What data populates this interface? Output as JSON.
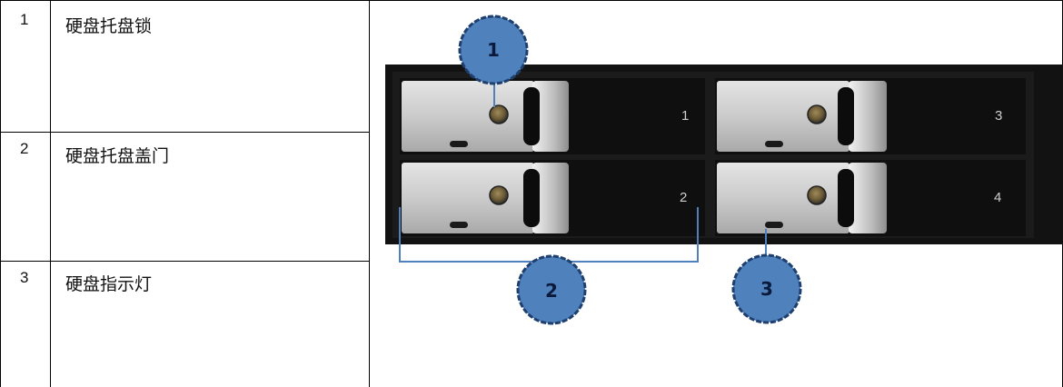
{
  "rows": [
    {
      "index": "1",
      "label": "硬盘托盘锁"
    },
    {
      "index": "2",
      "label": "硬盘托盘盖门"
    },
    {
      "index": "3",
      "label": "硬盘指示灯"
    }
  ],
  "figure": {
    "slots": [
      "1",
      "3",
      "2",
      "4"
    ],
    "callouts": [
      "1",
      "2",
      "3"
    ]
  },
  "colors": {
    "callout_fill": "#4f81bd",
    "callout_stroke": "#1f3f6e",
    "leader_line": "#4f81bd",
    "panel_dark": "#121212",
    "tray_metal": "#c9c9c9"
  }
}
